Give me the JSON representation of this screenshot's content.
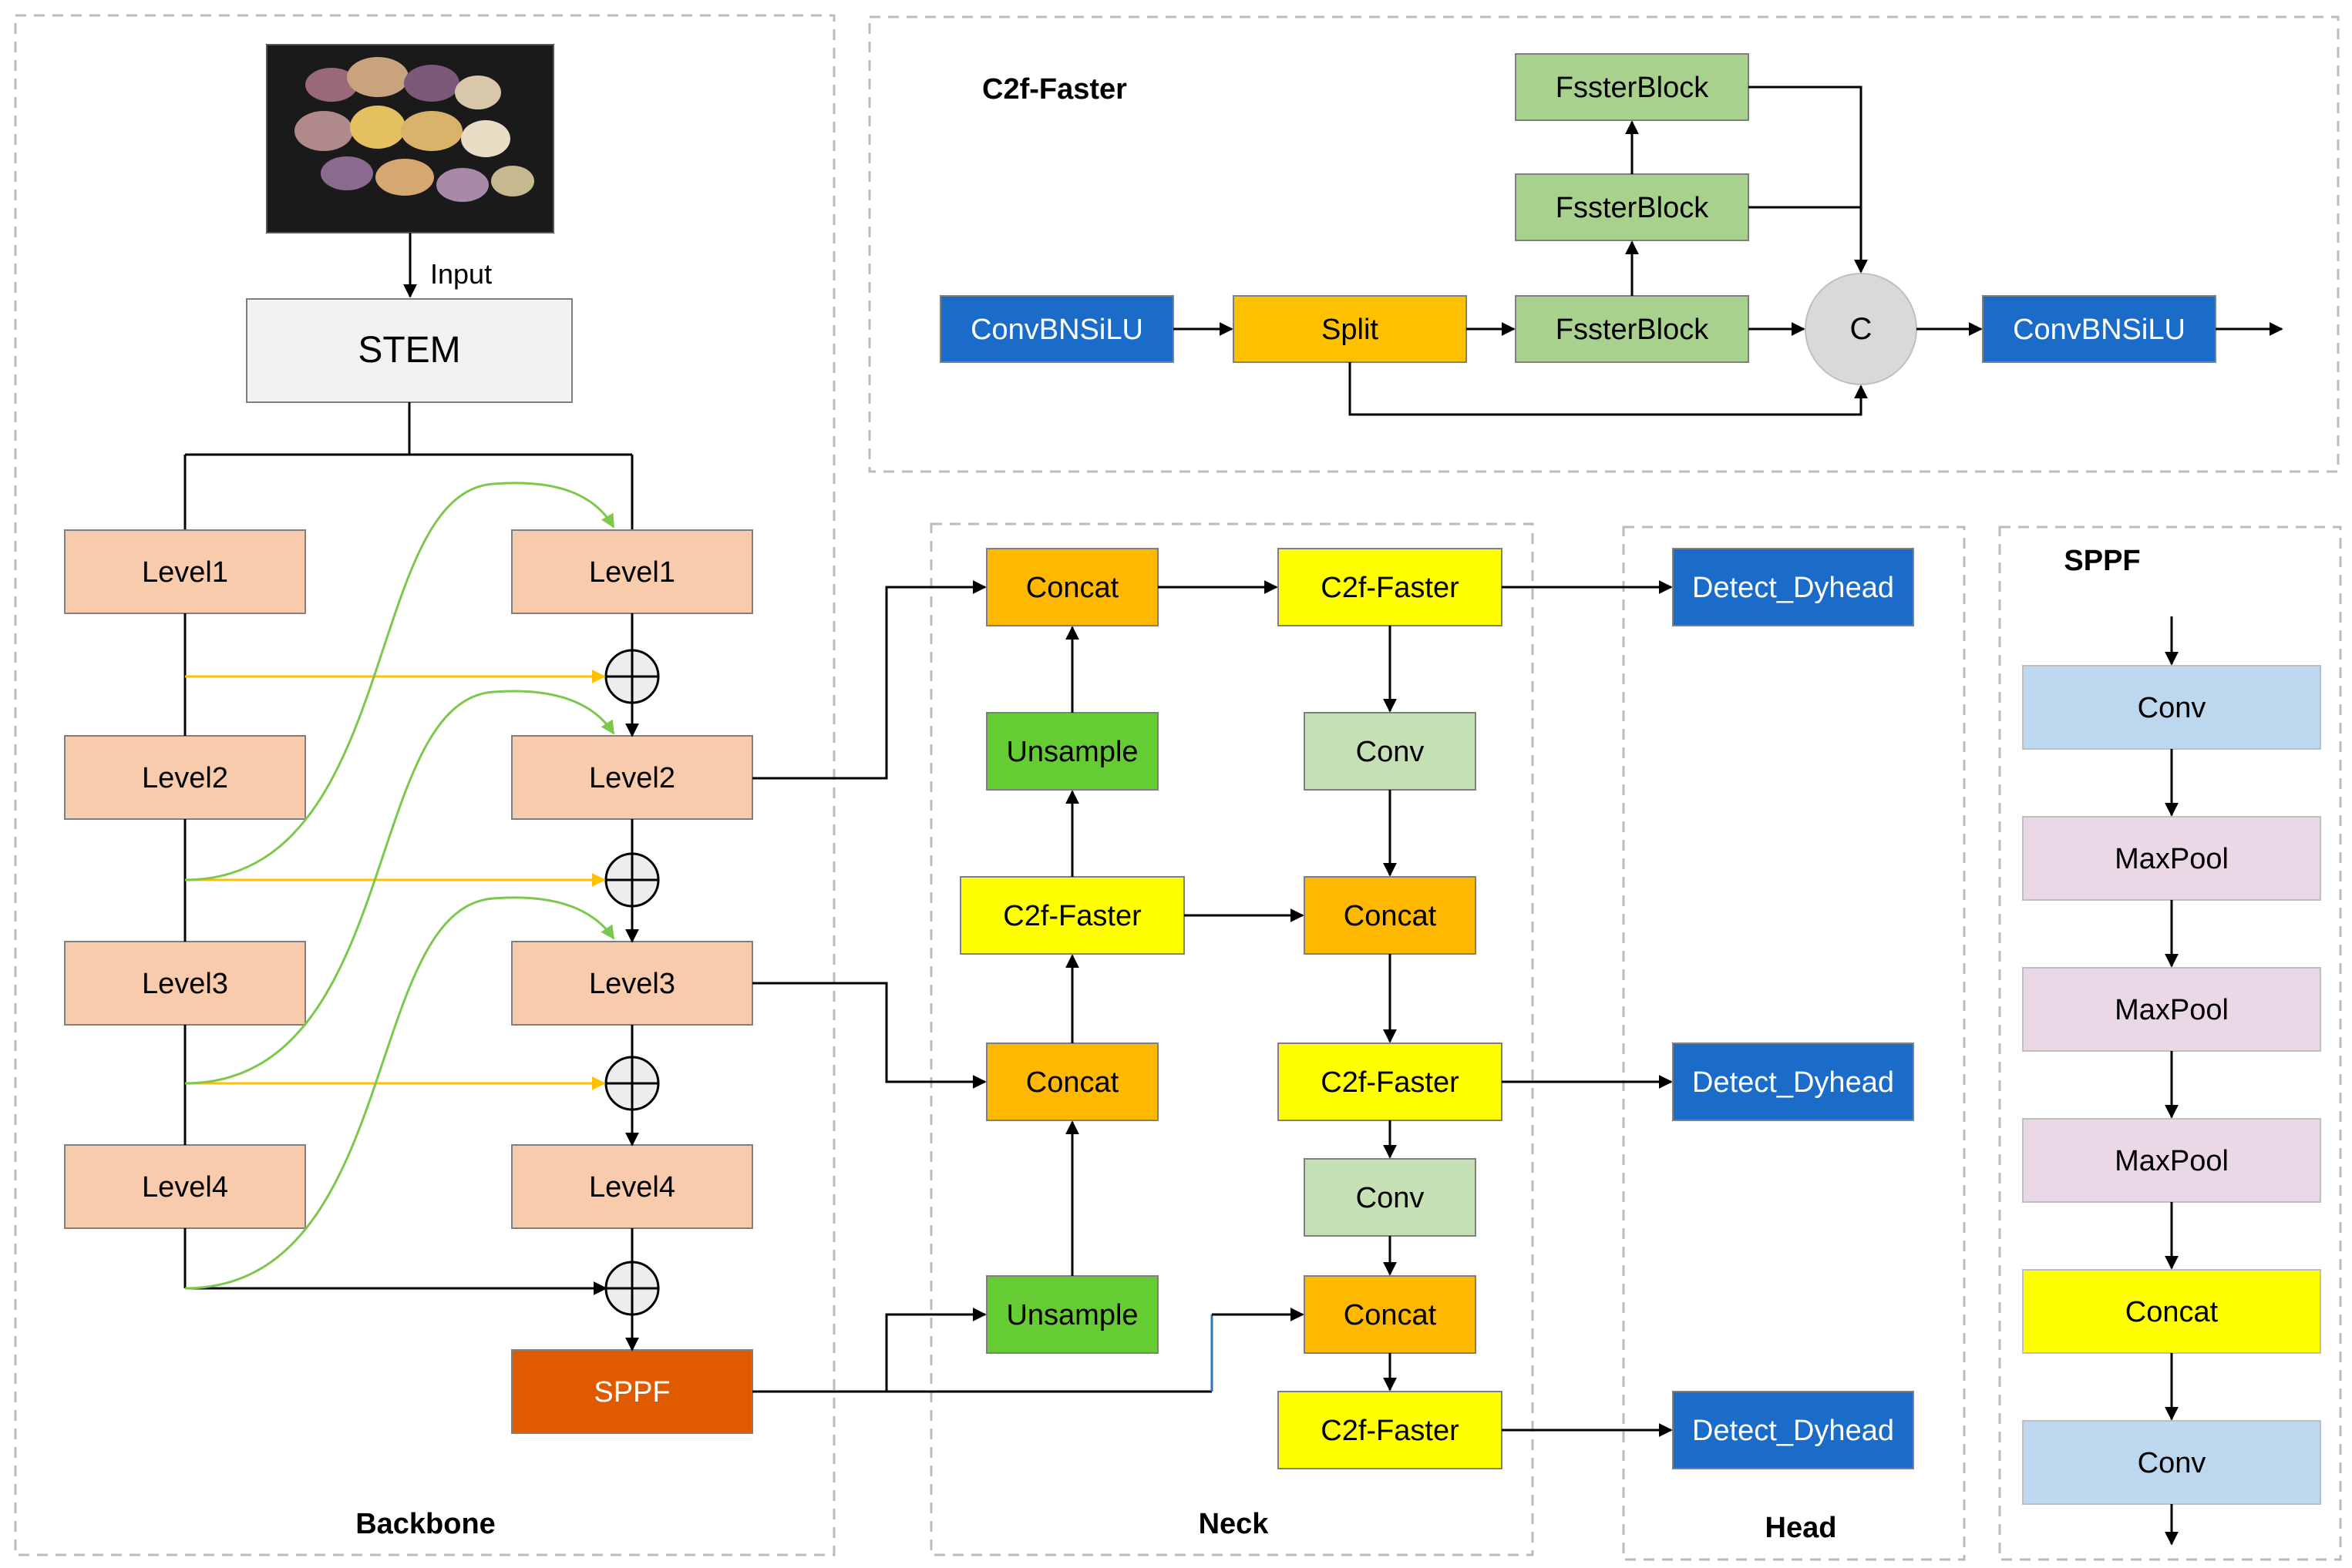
{
  "colors": {
    "level": "#F8CBAD",
    "sppf_block": "#E05A00",
    "concat": "#FFB800",
    "c2f_faster": "#FFFF00",
    "unsample": "#66CC33",
    "conv_neck": "#C5E0B4",
    "detect": "#1A6CC8",
    "convbnsilu": "#1A6CC8",
    "split": "#FFC000",
    "fssterblock": "#A9D18E",
    "concat_node": "#D9D9D9",
    "sppf_conv": "#BDD7EE",
    "sppf_maxpool": "#EAD8E6",
    "sppf_concat": "#FFFF00",
    "stem": "#F2F2F2",
    "green_arrow": "#7CC84C",
    "yellow_arrow": "#FFC000",
    "blue_line": "#2E75B6"
  },
  "sections": {
    "backbone": "Backbone",
    "neck": "Neck",
    "head": "Head",
    "c2f_faster": "C2f-Faster",
    "sppf": "SPPF"
  },
  "backbone": {
    "input_image": "photo of clams",
    "input_label": "Input",
    "stem": "STEM",
    "left_levels": [
      "Level1",
      "Level2",
      "Level3",
      "Level4"
    ],
    "right_levels": [
      "Level1",
      "Level2",
      "Level3",
      "Level4"
    ],
    "sppf": "SPPF"
  },
  "neck": {
    "col1": {
      "concat_top": "Concat",
      "unsample_top": "Unsample",
      "c2f_faster": "C2f-Faster",
      "concat_mid": "Concat",
      "unsample_bottom": "Unsample"
    },
    "col2": {
      "c2f_faster_top": "C2f-Faster",
      "conv_top": "Conv",
      "concat_mid": "Concat",
      "c2f_faster_mid": "C2f-Faster",
      "conv_bottom": "Conv",
      "concat_bottom": "Concat",
      "c2f_faster_bottom": "C2f-Faster"
    }
  },
  "head": {
    "detect": [
      "Detect_Dyhead",
      "Detect_Dyhead",
      "Detect_Dyhead"
    ]
  },
  "c2f": {
    "convbnsilu_in": "ConvBNSiLU",
    "split": "Split",
    "fssterblocks": [
      "FssterBlock",
      "FssterBlock",
      "FssterBlock"
    ],
    "concat_node": "C",
    "convbnsilu_out": "ConvBNSiLU"
  },
  "sppf_block": {
    "layers": [
      "Conv",
      "MaxPool",
      "MaxPool",
      "MaxPool",
      "Concat",
      "Conv"
    ]
  }
}
